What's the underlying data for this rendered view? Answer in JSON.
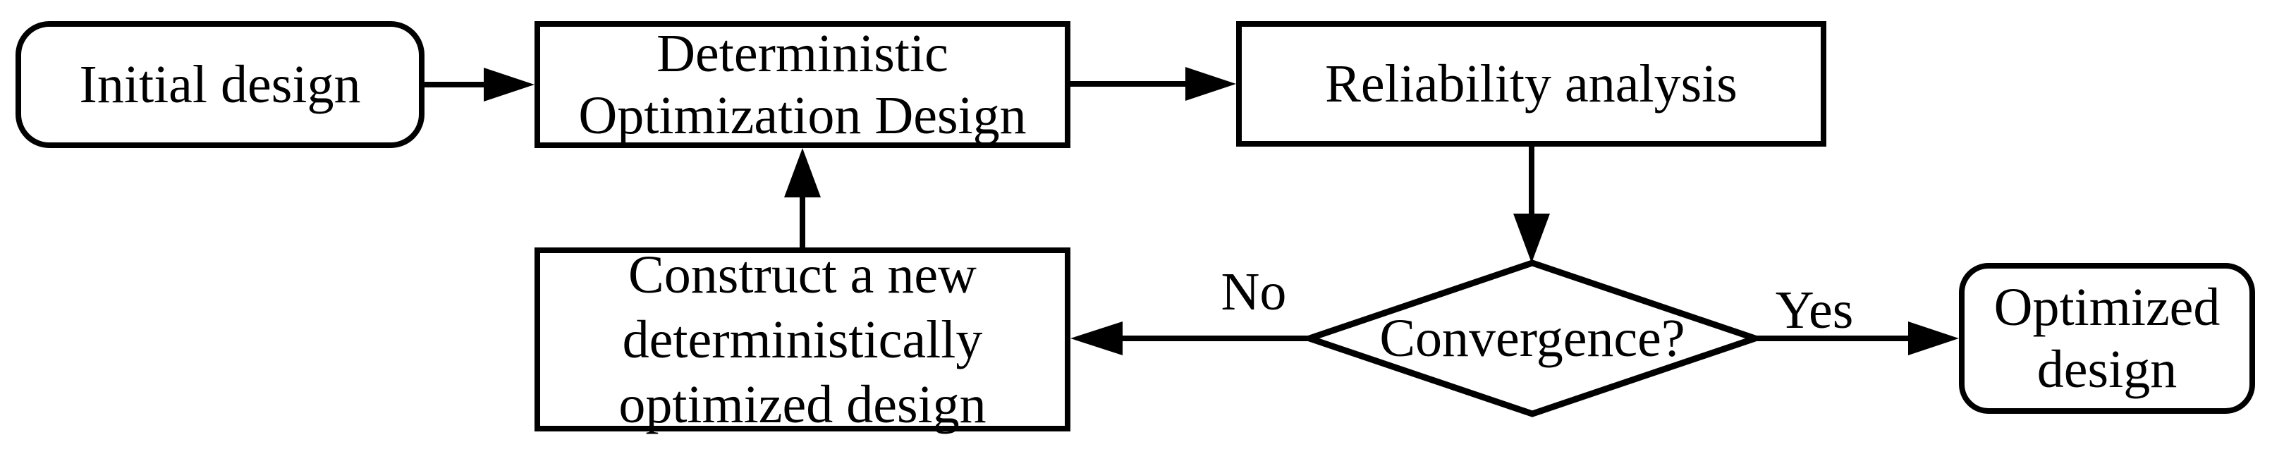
{
  "figure": {
    "background_color": "#ffffff",
    "stroke_color": "#000000"
  },
  "flowchart": {
    "nodes": {
      "initial": {
        "label": "Initial design"
      },
      "deterministic": {
        "lines": [
          "Deterministic",
          "Optimization Design"
        ]
      },
      "reliability": {
        "label": "Reliability analysis"
      },
      "convergence": {
        "label": "Convergence?"
      },
      "construct": {
        "lines": [
          "Construct a new",
          "deterministically",
          "optimized design"
        ]
      },
      "optimized": {
        "lines": [
          "Optimized",
          "design"
        ]
      }
    },
    "edge_labels": {
      "no": "No",
      "yes": "Yes"
    }
  }
}
